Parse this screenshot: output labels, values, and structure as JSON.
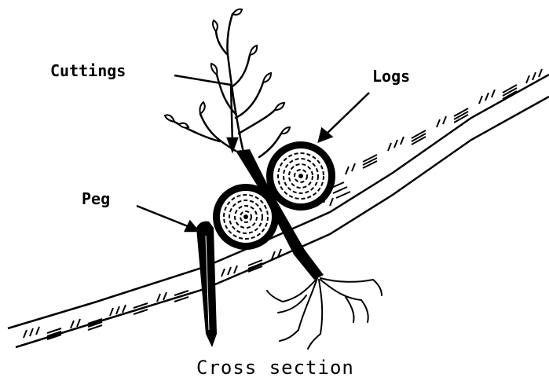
{
  "labels": {
    "cuttings": "Cuttings",
    "logs": "Logs",
    "peg": "Peg"
  },
  "caption": "Cross section",
  "colors": {
    "ink": "#000000",
    "paper": "#ffffff"
  }
}
